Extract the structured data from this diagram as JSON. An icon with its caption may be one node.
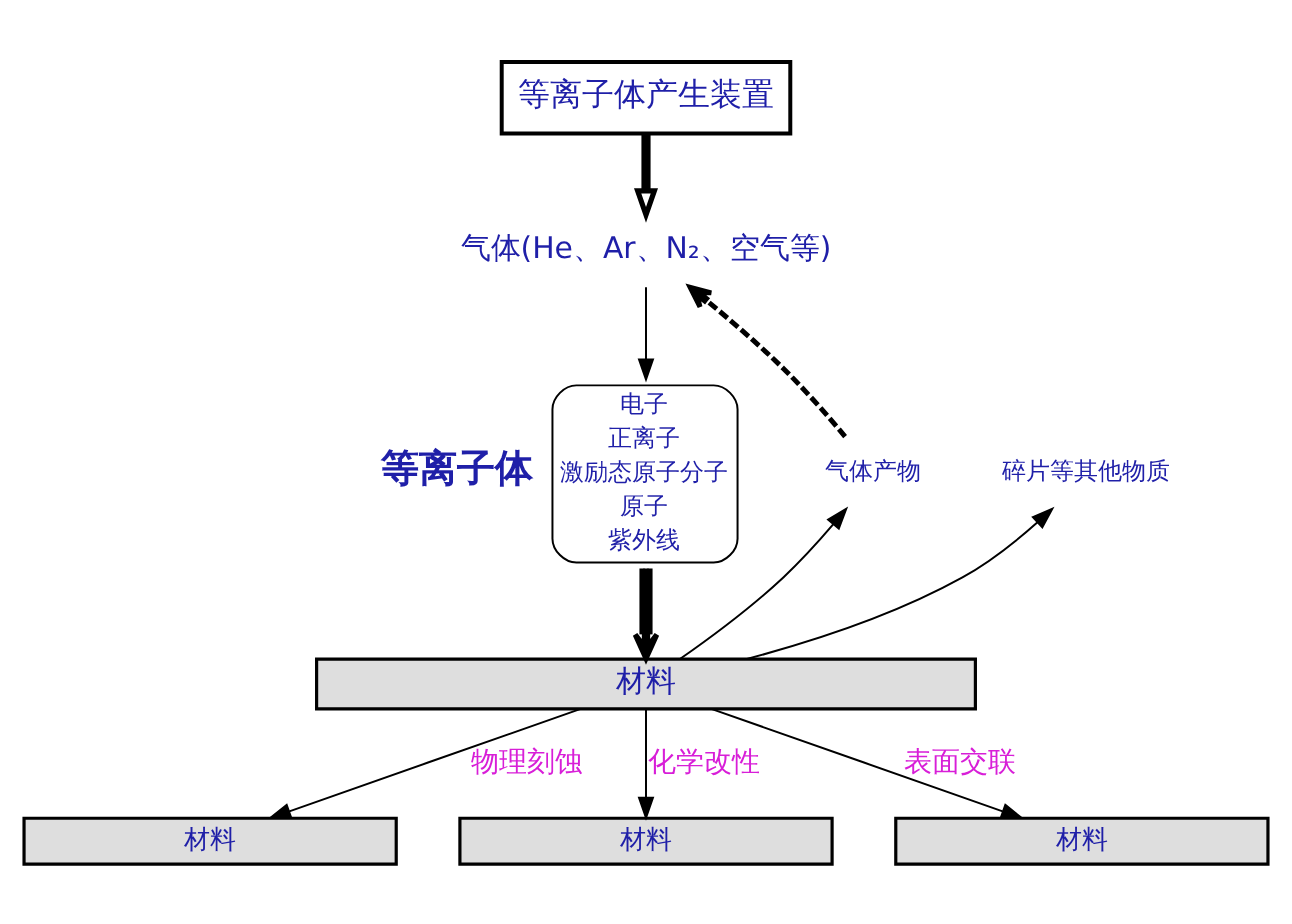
{
  "diagram": {
    "nodes": [
      {
        "text": [
          "等离子体产生装置"
        ]
      },
      {
        "text": [
          "气体(He、Ar、N₂、空气等)"
        ]
      },
      {
        "text": [
          "电子",
          "正离子",
          "激励态原子分子",
          "原子",
          "紫外线"
        ],
        "beside": [
          "等离子体"
        ]
      },
      {
        "text": [
          "材料"
        ]
      },
      {
        "text": [
          "碎片等其他物质"
        ]
      },
      {
        "text": [
          "气体产物"
        ]
      },
      {
        "text": [
          "材料"
        ]
      },
      {
        "text": [
          "材料"
        ]
      },
      {
        "text": [
          "材料"
        ]
      }
    ],
    "edges": [
      {
        "from": 0,
        "to": 1,
        "arrow": "to",
        "style": "thick"
      },
      {
        "from": 1,
        "to": 2,
        "arrow": "to"
      },
      {
        "from": 2,
        "to": 3,
        "arrow": "to",
        "style": "thick"
      },
      {
        "from": 3,
        "to": 4,
        "arrow": "to"
      },
      {
        "from": 3,
        "to": 5,
        "arrow": "to"
      },
      {
        "from": 5,
        "to": 1,
        "arrow": "to",
        "style": "dashed"
      },
      {
        "from": 3,
        "to": 6,
        "arrow": "to",
        "label": "物理刻蚀"
      },
      {
        "from": 3,
        "to": 7,
        "arrow": "to",
        "label": "化学改性"
      },
      {
        "from": 3,
        "to": 8,
        "arrow": "to",
        "label": "表面交联"
      }
    ]
  }
}
